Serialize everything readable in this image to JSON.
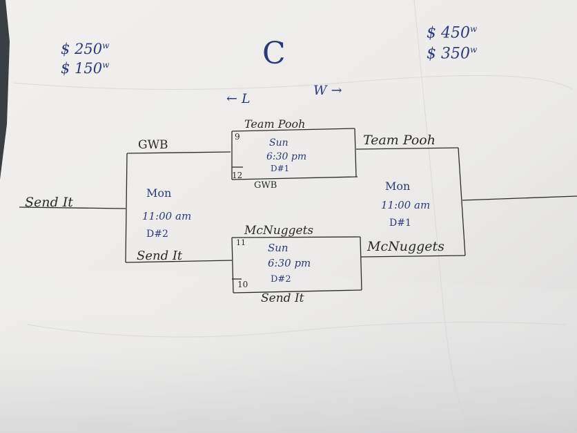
{
  "prizes_left": {
    "first": "$ 250",
    "first_mark": "w",
    "second": "$ 150",
    "second_mark": "w"
  },
  "prizes_right": {
    "first": "$ 450",
    "first_mark": "w",
    "second": "$ 350",
    "second_mark": "w"
  },
  "division": "C",
  "direction": {
    "left": "← L",
    "right": "W →"
  },
  "bracket": {
    "seed_left": "Send It",
    "round1_top_team": "GWB",
    "round1_bottom_team": "Send It",
    "round1_game": {
      "day": "Mon",
      "time": "11:00 am",
      "court": "D#2"
    },
    "game_top": {
      "team_top": "Team Pooh",
      "team_bottom": "GWB",
      "seed_top": "9",
      "seed_bottom": "12",
      "day": "Sun",
      "time": "6:30 pm",
      "court": "D#1"
    },
    "game_bottom": {
      "team_top": "McNuggets",
      "team_bottom": "Send It",
      "seed_top": "11",
      "seed_bottom": "10",
      "day": "Sun",
      "time": "6:30 pm",
      "court": "D#2"
    },
    "final_top_team": "Team Pooh",
    "final_bottom_team": "McNuggets",
    "final_game": {
      "day": "Mon",
      "time": "11:00 am",
      "court": "D#1"
    }
  },
  "colors": {
    "paper": "#efeeed",
    "ink_blue": "#2b3a7a",
    "ink_black": "#2a2a2a",
    "background": "#3a3f44"
  }
}
